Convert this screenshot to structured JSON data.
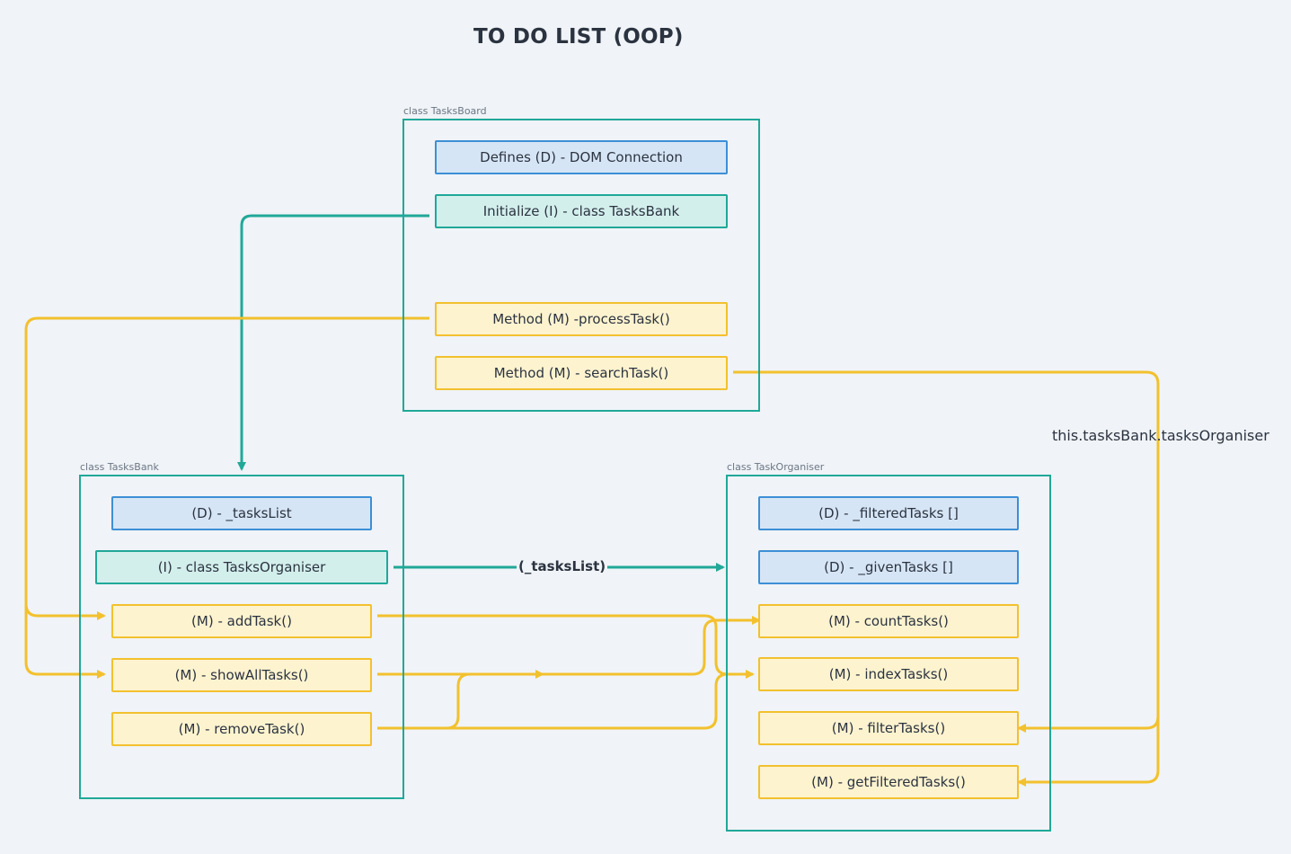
{
  "title": "TO DO LIST (OOP)",
  "colors": {
    "background": "#f0f3f7",
    "container_border": "#20a898",
    "data_fill": "#d6e5f5",
    "data_border": "#3d8fd6",
    "init_fill": "#d3efec",
    "init_border": "#20a898",
    "method_fill": "#fdf3cf",
    "method_border": "#f2c12e",
    "teal_edge": "#20a898",
    "yellow_edge": "#f2c12e"
  },
  "tasks_board": {
    "label": "class TasksBoard",
    "defines": "Defines (D) - DOM Connection",
    "initialize": "Initialize (I) - class TasksBank",
    "process_task": "Method (M) -processTask()",
    "search_task": "Method (M) - searchTask()"
  },
  "tasks_bank": {
    "label": "class TasksBank",
    "tasks_list": "(D) - _tasksList",
    "organiser": "(I) - class TasksOrganiser",
    "add_task": "(M) - addTask()",
    "show_all_tasks": "(M) - showAllTasks()",
    "remove_task": "(M) - removeTask()"
  },
  "task_organiser": {
    "label": "class TaskOrganiser",
    "filtered_tasks": "(D) - _filteredTasks []",
    "given_tasks": "(D) - _givenTasks []",
    "count_tasks": "(M) - countTasks()",
    "index_tasks": "(M) - indexTasks()",
    "filter_tasks": "(M) - filterTasks()",
    "get_filtered_tasks": "(M) - getFilteredTasks()"
  },
  "edges": {
    "tasks_list_label": "(_tasksList)",
    "organiser_ref_label": "this.tasksBank.tasksOrganiser"
  }
}
